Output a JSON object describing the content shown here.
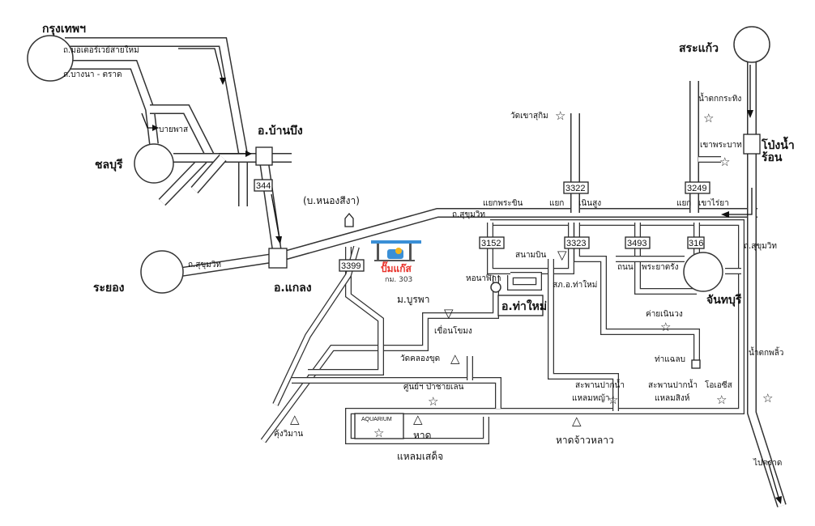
{
  "cities": {
    "bangkok": "กรุงเทพฯ",
    "chonburi": "ชลบุรี",
    "rayong": "ระยอง",
    "sakaeo": "สระแก้ว",
    "chanthaburi": "จันทบุรี",
    "ban_bueng": "อ.บ้านบึง",
    "klaeng": "อ.แกลง",
    "tha_mai": "อ.ท่าใหม่",
    "pong_nam_ron_1": "โป่งน้ำ",
    "pong_nam_ron_2": "ร้อน"
  },
  "roads": {
    "motorway": "ถ.มอเตอร์เวย์สายใหม่",
    "bangna_trad": "ถ.บางนา - ตราด",
    "bypass": "บายพาส",
    "sukhumvit_west": "ถ.สุขุมวิท",
    "sukhumvit_mid": "ถ.สุขุมวิท",
    "sukhumvit_east": "ถ.สุขุมวิท",
    "phrakhin": "แยกพระขิน",
    "yaek1": "แยก",
    "noen_sung": "เนินสูง",
    "yaek2": "แยก",
    "khao_rai_ya": "เขาไร่ยา",
    "thanon": "ถนน",
    "phraya_trang": "พระยาตรัง",
    "to_trat": "ไปตราด"
  },
  "route_numbers": [
    "344",
    "3399",
    "3152",
    "3322",
    "3323",
    "3493",
    "316",
    "3249"
  ],
  "places": {
    "nong_sing": "(บ.หนองสีงา)",
    "wat_khao_sukim": "วัดเขาสุกิม",
    "namtok_krathing": "น้ำตกกระทิง",
    "khao_phra_bat": "เขาพระบาท",
    "airport": "สนามบิน",
    "ho_nalika": "หอนาฬิกา",
    "police_tha_mai": "สภ.อ.ท่าใหม่",
    "burapha": "ม.บูรพา",
    "khuean_chamong": "เขื่อนโขมง",
    "wat_khlong_khut": "วัดคลองขุด",
    "research_center": "ศูนย์ฯ ป่าชายเลน",
    "kung_wiman": "คุ้งวิมาน",
    "aquarium": "AQUARIUM",
    "hat": "หาด",
    "laem_sadet": "แหลมเสด็จ",
    "hat_chao_lao": "หาดจ้าวหลาว",
    "bridge1_a": "สะพานปากน้ำ",
    "bridge1_b": "แหลมหญ้า",
    "bridge2_a": "สะพานปากน้ำ",
    "bridge2_b": "แหลมสิงห์",
    "oasis": "โอเอซีส",
    "khai_noen_wong": "ค่ายเนินวง",
    "tha_chalaep": "ท่าแฉลบ",
    "namtok_phlio": "น้ำตกพลิ้ว"
  },
  "gas_station": {
    "label": "ปั๊มแก๊ส",
    "km": "กม. 303",
    "brand_color": "#3a8fd6",
    "label_color": "#e8322a"
  },
  "icons": {
    "attraction": "star-icon",
    "landmark": "triangle-icon",
    "checkpoint": "down-triangle-icon",
    "house": "house-icon"
  }
}
